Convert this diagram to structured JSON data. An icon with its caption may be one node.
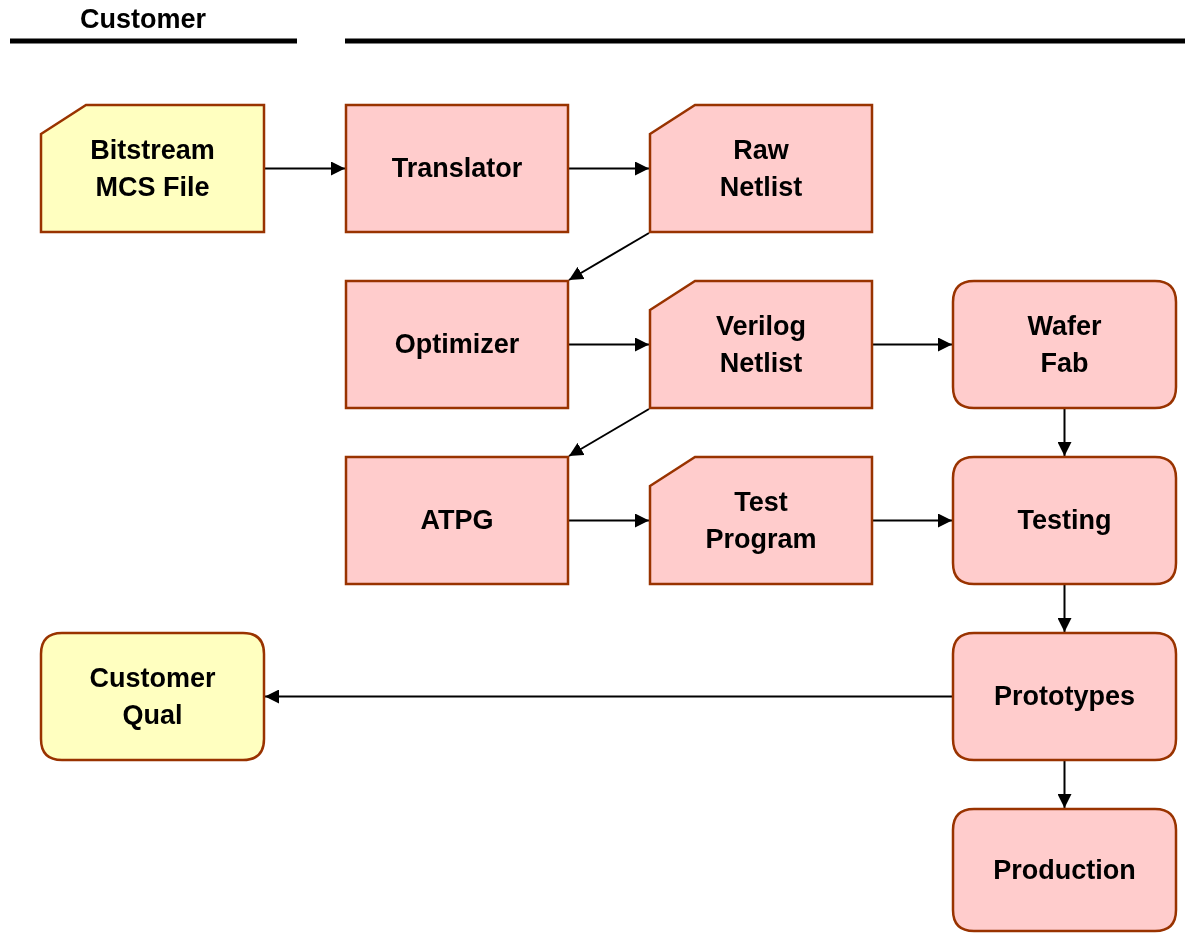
{
  "diagram": {
    "nodes": [
      {
        "text": [
          "Bitstream MCS File"
        ]
      },
      {
        "text": [
          "Translator"
        ]
      },
      {
        "text": [
          "Raw Netlist"
        ]
      },
      {
        "text": [
          "Optimizer"
        ]
      },
      {
        "text": [
          "Verilog Netlist"
        ]
      },
      {
        "text": [
          "Wafer Fab"
        ]
      },
      {
        "text": [
          "ATPG"
        ]
      },
      {
        "text": [
          "Test Program"
        ]
      },
      {
        "text": [
          "Testing"
        ]
      },
      {
        "text": [
          "Customer Qual"
        ]
      },
      {
        "text": [
          "Prototypes"
        ]
      },
      {
        "text": [
          "Production"
        ]
      }
    ],
    "edges": [
      {
        "from": 0,
        "to": 1,
        "arrow": "to"
      },
      {
        "from": 1,
        "to": 2,
        "arrow": "to"
      },
      {
        "from": 2,
        "to": 3,
        "arrow": "to"
      },
      {
        "from": 3,
        "to": 4,
        "arrow": "to"
      },
      {
        "from": 4,
        "to": 5,
        "arrow": "to"
      },
      {
        "from": 4,
        "to": 6,
        "arrow": "to"
      },
      {
        "from": 6,
        "to": 7,
        "arrow": "to"
      },
      {
        "from": 7,
        "to": 8,
        "arrow": "to"
      },
      {
        "from": 5,
        "to": 8,
        "arrow": "to"
      },
      {
        "from": 8,
        "to": 10,
        "arrow": "to"
      },
      {
        "from": 10,
        "to": 9,
        "arrow": "to"
      },
      {
        "from": 10,
        "to": 11,
        "arrow": "to"
      }
    ],
    "labels": [
      "Customer"
    ]
  }
}
